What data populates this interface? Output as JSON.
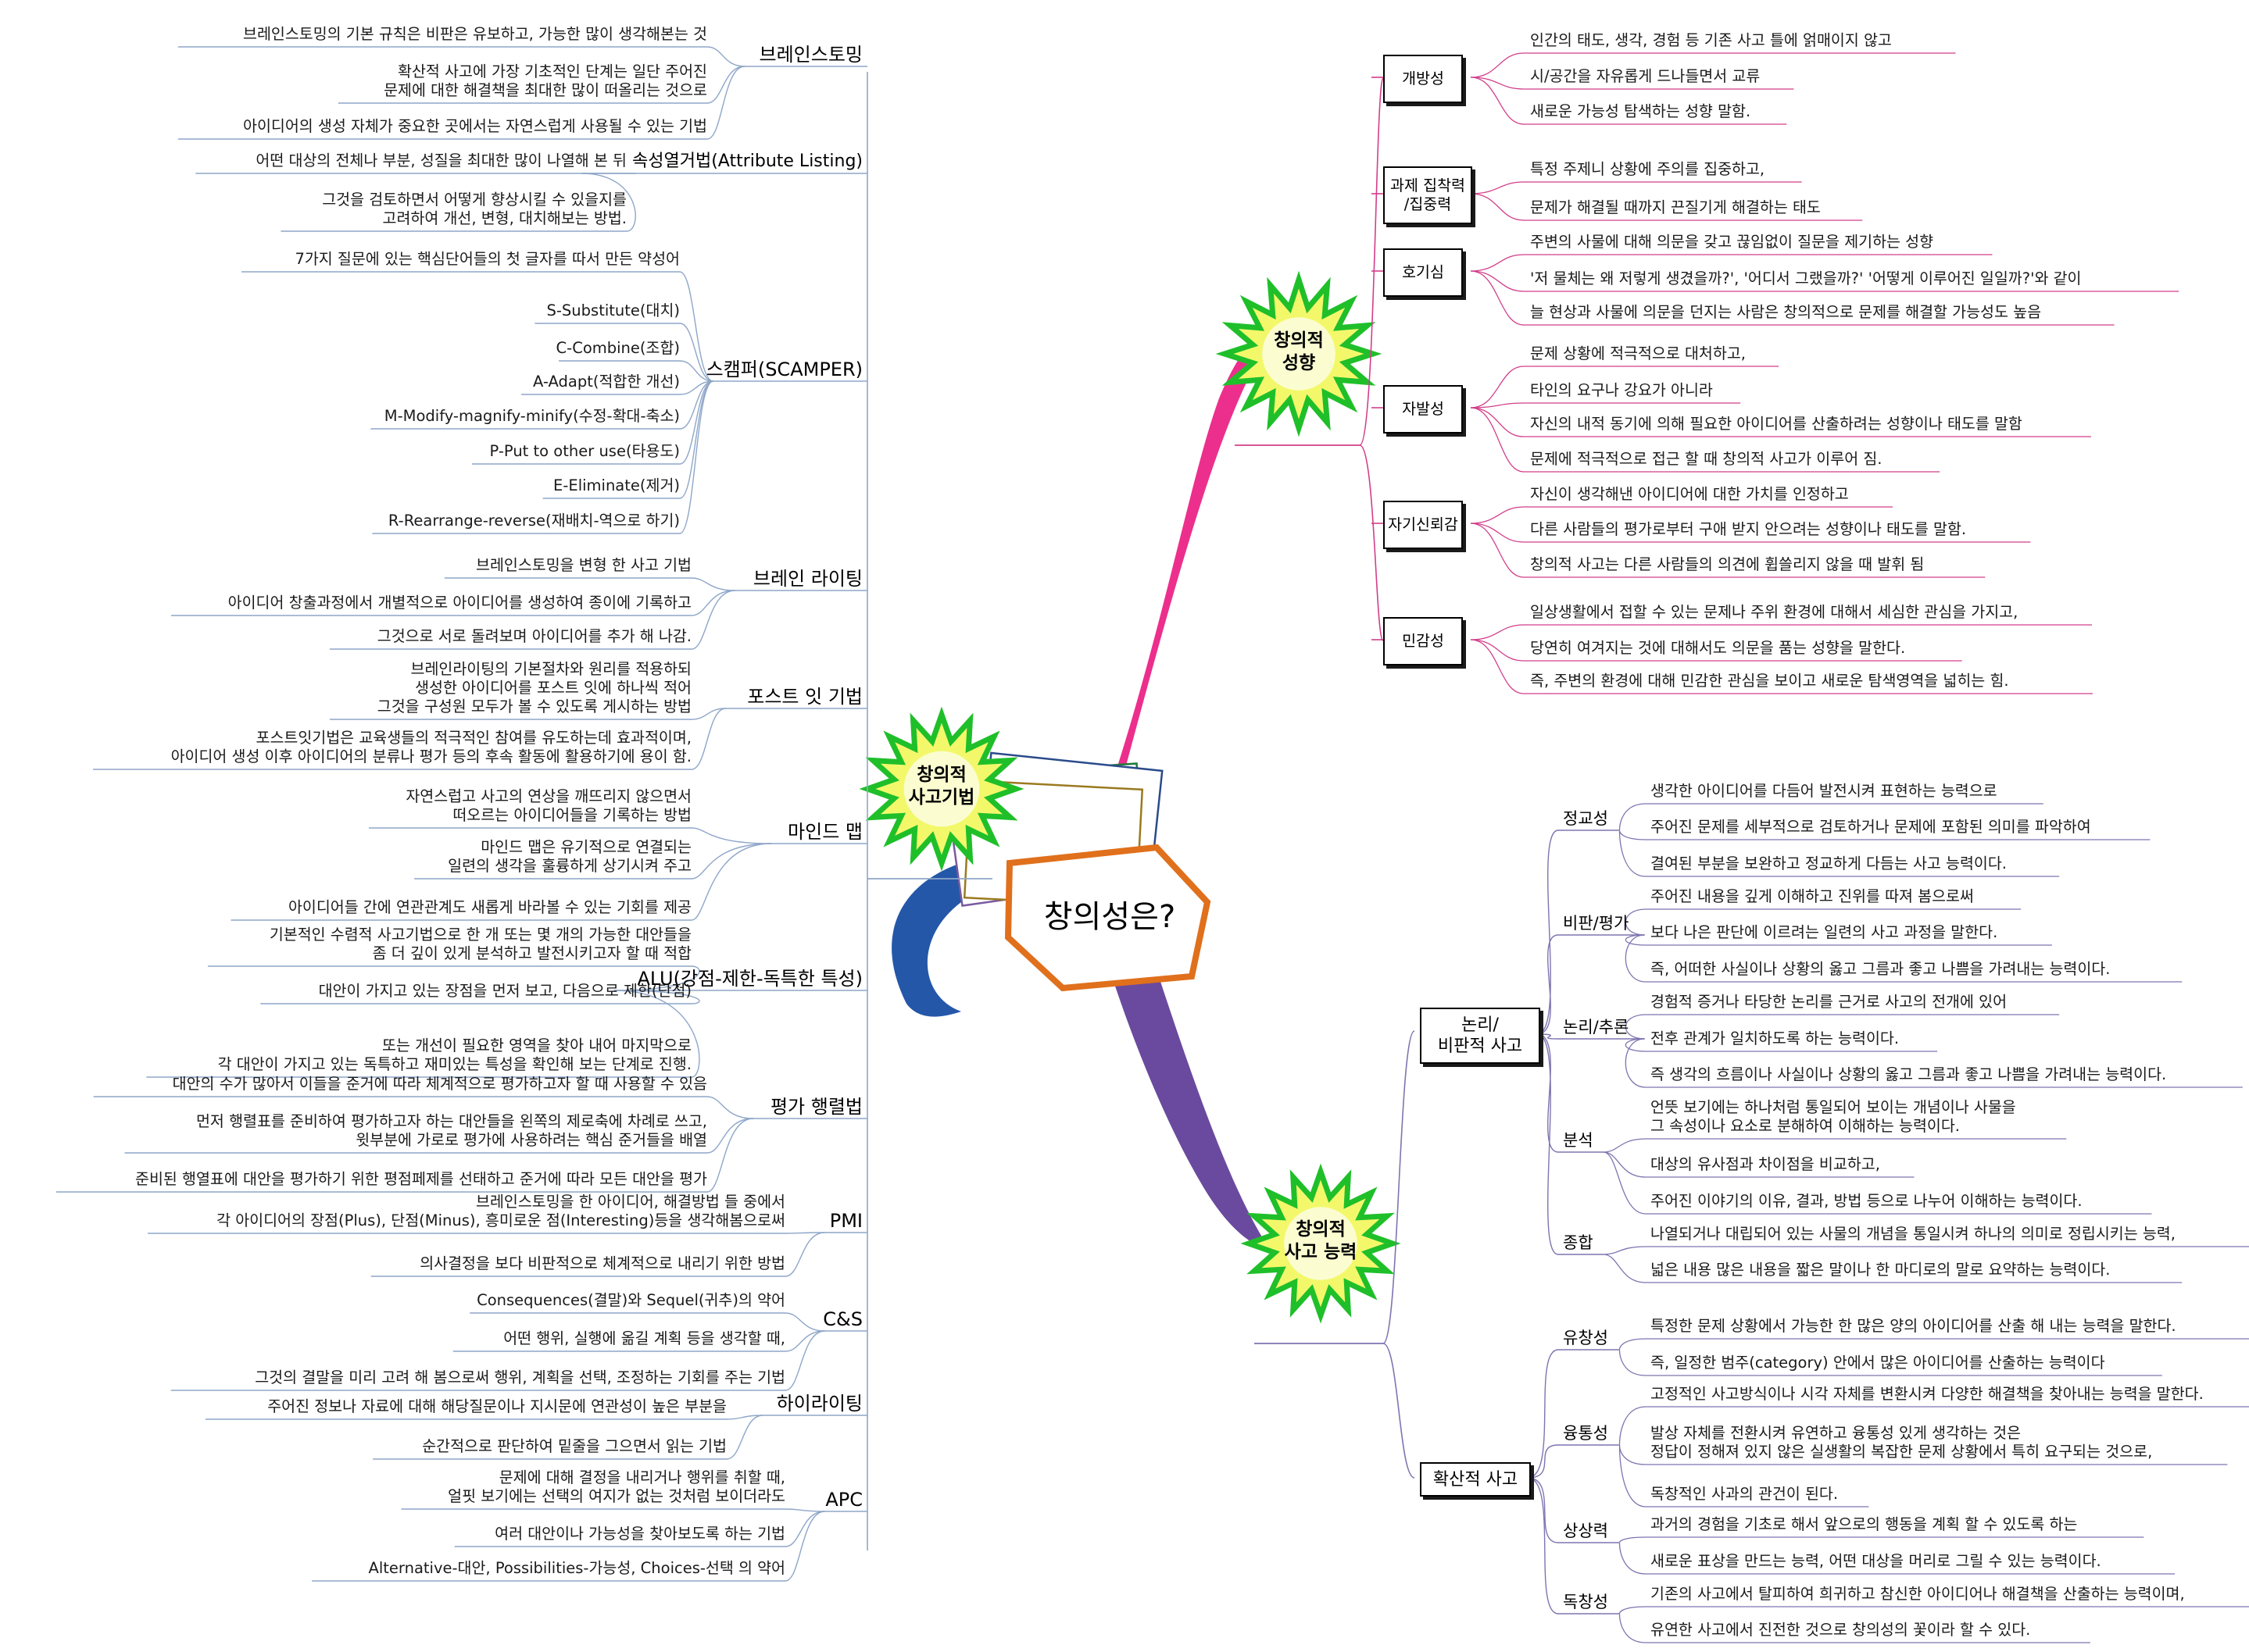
{
  "central": "창의성은?",
  "left_main": {
    "label_lines": [
      "창의적",
      "사고기법"
    ],
    "branches": [
      {
        "name": "브레인스토밍",
        "leaves": [
          [
            "브레인스토밍의 기본 규칙은 비판은 유보하고, 가능한 많이 생각해본는 것"
          ],
          [
            "확산적 사고에 가장 기초적인 단계는 일단 주어진",
            "문제에 대한 해결책을 최대한 많이 떠올리는 것으로"
          ],
          [
            "아이디어의 생성 자체가 중요한 곳에서는 자연스럽게 사용될 수 있는 기법"
          ]
        ]
      },
      {
        "name": "속성열거법(Attribute Listing)",
        "leaves": [
          [
            "어떤 대상의 전체나 부분, 성질을 최대한 많이 나열해 본 뒤"
          ],
          [
            "그것을 검토하면서 어떻게 향상시킬 수 있을지를",
            "고려하여 개선, 변형, 대치해보는 방법."
          ]
        ]
      },
      {
        "name": "스캠퍼(SCAMPER)",
        "leaves": [
          [
            "7가지 질문에 있는 핵심단어들의 첫 글자를 따서 만든 약성어"
          ],
          [
            "S-Substitute(대치)"
          ],
          [
            "C-Combine(조합)"
          ],
          [
            "A-Adapt(적합한 개선)"
          ],
          [
            "M-Modify-magnify-minify(수정-확대-축소)"
          ],
          [
            "P-Put to other use(타용도)"
          ],
          [
            "E-Eliminate(제거)"
          ],
          [
            "R-Rearrange-reverse(재배치-역으로 하기)"
          ]
        ]
      },
      {
        "name": "브레인 라이팅",
        "leaves": [
          [
            "브레인스토밍을 변형 한 사고 기법"
          ],
          [
            "아이디어 창출과정에서 개별적으로 아이디어를 생성하여 종이에 기록하고"
          ],
          [
            "그것으로 서로 돌려보며 아이디어를 추가 해 나감."
          ]
        ]
      },
      {
        "name": "포스트 잇 기법",
        "leaves": [
          [
            "브레인라이팅의 기본절차와 원리를 적용하되",
            "생성한 아이디어를 포스트 잇에 하나씩 적어",
            "그것을 구성원 모두가 볼 수 있도록 게시하는 방법"
          ],
          [
            "포스트잇기법은 교육생들의 적극적인 참여를 유도하는데 효과적이며,",
            "아이디어 생성 이후 아이디어의 분류나 평가 등의 후속 활동에 활용하기에 용이 함."
          ]
        ]
      },
      {
        "name": "마인드 맵",
        "leaves": [
          [
            "자연스럽고 사고의 연상을 깨뜨리지 않으면서",
            "떠오르는 아이디어들을 기록하는 방법"
          ],
          [
            "마인드 맵은 유기적으로 연결되는",
            "일련의 생각을 훌륭하게 상기시켜 주고"
          ],
          [
            "아이디어들 간에 연관관계도 새롭게 바라볼 수 있는 기회를 제공"
          ]
        ]
      },
      {
        "name": "ALU(강점-제한-독특한 특성)",
        "leaves": [
          [
            "기본적인 수렴적 사고기법으로 한 개 또는 몇 개의 가능한 대안들을",
            "좀 더 깊이 있게 분석하고 발전시키고자 할 때 적합"
          ],
          [
            "대안이 가지고 있는 장점을 먼저 보고, 다음으로 제한(단점)"
          ],
          [
            "또는 개선이  필요한 영역을 찾아 내어 마지막으로",
            "각 대안이 가지고 있는 독특하고 재미있는 특성을 확인해 보는 단계로 진행."
          ]
        ]
      },
      {
        "name": "평가 행렬법",
        "leaves": [
          [
            "대안의 수가 많아서 이들을 준거에 따라 체계적으로 평가하고자 할 때 사용할 수 있음"
          ],
          [
            "먼저 행렬표를 준비하여 평가하고자 하는 대안들을 왼쪽의 제로축에 차례로 쓰고,",
            "윗부분에 가로로 평가에 사용하려는 핵심 준거들을 배열"
          ],
          [
            "준비된 행열표에 대안을 평가하기 위한 평점페제를 선태하고 준거에 따라 모든 대안을 평가"
          ]
        ]
      },
      {
        "name": "PMI",
        "leaves": [
          [
            "브레인스토밍을 한 아이디어, 해결방법 들 중에서",
            "각 아이디어의 장점(Plus), 단점(Minus), 흥미로운 점(Interesting)등을 생각해봄으로써"
          ],
          [
            "의사결정을 보다 비판적으로 체계적으로 내리기 위한 방법"
          ]
        ]
      },
      {
        "name": "C&S",
        "leaves": [
          [
            "Consequences(결말)와 Sequel(귀추)의 약어"
          ],
          [
            "어떤 행위, 실행에 옮길 계획 등을 생각할 때,"
          ],
          [
            "그것의 결말을 미리 고려 해 봄으로써 행위, 계획을 선택, 조정하는 기회를 주는 기법"
          ]
        ]
      },
      {
        "name": "하이라이팅",
        "leaves": [
          [
            "주어진 정보나 자료에 대해 해당질문이나 지시문에 연관성이 높은 부분을"
          ],
          [
            "순간적으로 판단하여 밑줄을 그으면서 읽는  기법"
          ]
        ]
      },
      {
        "name": "APC",
        "leaves": [
          [
            "문제에 대해 결정을 내리거나 행위를 취할 때,",
            "얼핏 보기에는 선택의 여지가 없는 것처럼 보이더라도"
          ],
          [
            "여러 대안이나 가능성을 찾아보도록 하는 기법"
          ],
          [
            "Alternative-대안, Possibilities-가능성, Choices-선택 의 약어"
          ]
        ]
      }
    ]
  },
  "tendency": {
    "label_lines": [
      "창의적",
      "성향"
    ],
    "branches": [
      {
        "name_lines": [
          "개방성"
        ],
        "leaves": [
          "인간의 태도, 생각, 경험 등 기존 사고 틀에 얽매이지 않고",
          "시/공간을 자유롭게 드나들면서 교류",
          "새로운 가능성 탐색하는 성향 말함."
        ]
      },
      {
        "name_lines": [
          "과제 집착력",
          "/집중력"
        ],
        "leaves": [
          "특정 주제니 상황에 주의를 집중하고,",
          "문제가 해결될 때까지 끈질기게 해결하는 태도"
        ]
      },
      {
        "name_lines": [
          "호기심"
        ],
        "leaves": [
          "주변의 사물에 대해 의문을 갖고 끊임없이 질문을 제기하는 성향",
          "'저 물체는 왜 저렇게 생겼을까?', '어디서 그랬을까?' '어떻게 이루어진 일일까?'와 같이",
          "늘 현상과 사물에 의문을 던지는 사람은 창의적으로 문제를 해결할 가능성도 높음"
        ]
      },
      {
        "name_lines": [
          "자발성"
        ],
        "leaves": [
          "문제 상황에 적극적으로 대처하고,",
          "타인의 요구나 강요가 아니라",
          "자신의 내적 동기에 의해 필요한 아이디어를 산출하려는 성향이나 태도를 말함",
          "문제에 적극적으로 접근 할 때 창의적 사고가 이루어 짐."
        ]
      },
      {
        "name_lines": [
          "자기신뢰감"
        ],
        "leaves": [
          "자신이 생각해낸 아이디어에 대한 가치를 인정하고",
          "다른 사람들의 평가로부터 구애 받지 안으려는 성향이나 태도를 말함.",
          "창의적 사고는 다른 사람들의 의견에 휩쓸리지 않을 때 발휘 됨"
        ]
      },
      {
        "name_lines": [
          "민감성"
        ],
        "leaves": [
          "일상생활에서 접할 수 있는 문제나 주위 환경에 대해서 세심한 관심을 가지고,",
          "당연히 여겨지는 것에 대해서도 의문을 품는 성향을 말한다.",
          "즉, 주변의 환경에 대해 민감한 관심을 보이고  새로운 탐색영역을 넓히는 힘."
        ]
      }
    ]
  },
  "ability": {
    "label_lines": [
      "창의적",
      "사고 능력"
    ],
    "groups": [
      {
        "name_lines": [
          "논리/",
          "비판적 사고"
        ],
        "cats": [
          {
            "name": "정교성",
            "leaves": [
              [
                "생각한 아이디어를 다듬어 발전시켜 표현하는 능력으로"
              ],
              [
                "주어진 문제를 세부적으로 검토하거나 문제에 포함된 의미를 파악하여"
              ],
              [
                "결여된 부분을 보완하고 정교하게 다듬는 사고 능력이다."
              ]
            ]
          },
          {
            "name": "비판/평가",
            "leaves": [
              [
                "주어진 내용을 깊게 이해하고 진위를 따져 봄으로써"
              ],
              [
                "보다 나은 판단에 이르려는 일련의 사고 과정을 말한다."
              ],
              [
                "즉, 어떠한 사실이나 상황의 옳고 그름과 좋고 나쁨을 가려내는 능력이다."
              ]
            ]
          },
          {
            "name": "논리/추론",
            "leaves": [
              [
                "경험적 증거나 타당한 논리를 근거로 사고의 전개에 있어"
              ],
              [
                "전후 관계가 일치하도록 하는 능력이다."
              ],
              [
                "즉 생각의 흐름이나 사실이나 상황의 옳고 그름과 좋고 나쁨을 가려내는 능력이다."
              ]
            ]
          },
          {
            "name": "분석",
            "leaves": [
              [
                "언뜻 보기에는 하나처럼 통일되어 보이는 개념이나 사물을",
                "그 속성이나 요소로 분해하여 이해하는 능력이다."
              ],
              [
                "대상의 유사점과 차이점을 비교하고,"
              ],
              [
                "주어진 이야기의 이유, 결과, 방법 등으로 나누어 이해하는 능력이다."
              ]
            ]
          },
          {
            "name": "종합",
            "leaves": [
              [
                "나열되거나 대립되어 있는 사물의 개념을 통일시켜 하나의 의미로 정립시키는 능력,"
              ],
              [
                "넓은 내용 많은 내용을 짧은 말이나 한 마디로의 말로 요약하는 능력이다."
              ]
            ]
          }
        ]
      },
      {
        "name_lines": [
          "확산적 사고"
        ],
        "cats": [
          {
            "name": "유창성",
            "leaves": [
              [
                "특정한 문제 상황에서 가능한 한 많은 양의 아이디어를 산출 해 내는 능력을 말한다."
              ],
              [
                "즉, 일정한 범주(category) 안에서 많은 아이디어를 산출하는 능력이다"
              ]
            ]
          },
          {
            "name": "융통성",
            "leaves": [
              [
                "고정적인  사고방식이나 시각 자체를 변환시켜 다양한 해결책을 찾아내는 능력을 말한다."
              ],
              [
                "발상 자체를 전환시켜 유연하고 융통성 있게 생각하는 것은",
                "정답이 정해져 있지 않은 실생활의 복잡한 문제 상황에서 특히 요구되는 것으로,"
              ],
              [
                "독창적인 사과의 관건이 된다."
              ]
            ]
          },
          {
            "name": "상상력",
            "leaves": [
              [
                "과거의 경험을 기초로 해서 앞으로의 행동을 계획 할 수 있도록 하는"
              ],
              [
                "새로운 표상을 만드는 능력, 어떤 대상을 머리로 그릴 수 있는 능력이다."
              ]
            ]
          },
          {
            "name": "독창성",
            "leaves": [
              [
                "기존의 사고에서 탈피하여 희귀하고 참신한 아이디어나 해결책을 산출하는 능력이며,"
              ],
              [
                "유연한 사고에서 진전한 것으로 창의성의 꽃이라 할 수 있다."
              ]
            ]
          }
        ]
      }
    ]
  },
  "colors": {
    "left_line": "#8ea6c8",
    "tendency_line": "#d23e8a",
    "ability_line": "#7d75b0",
    "pink_curve": "#ec2f8c",
    "blue_curve": "#2457a8",
    "purple_curve": "#6a4a9e",
    "star_fill": "#f3f86a",
    "star_edge": "#1fbf2a",
    "central_edge": "#e0701c"
  }
}
